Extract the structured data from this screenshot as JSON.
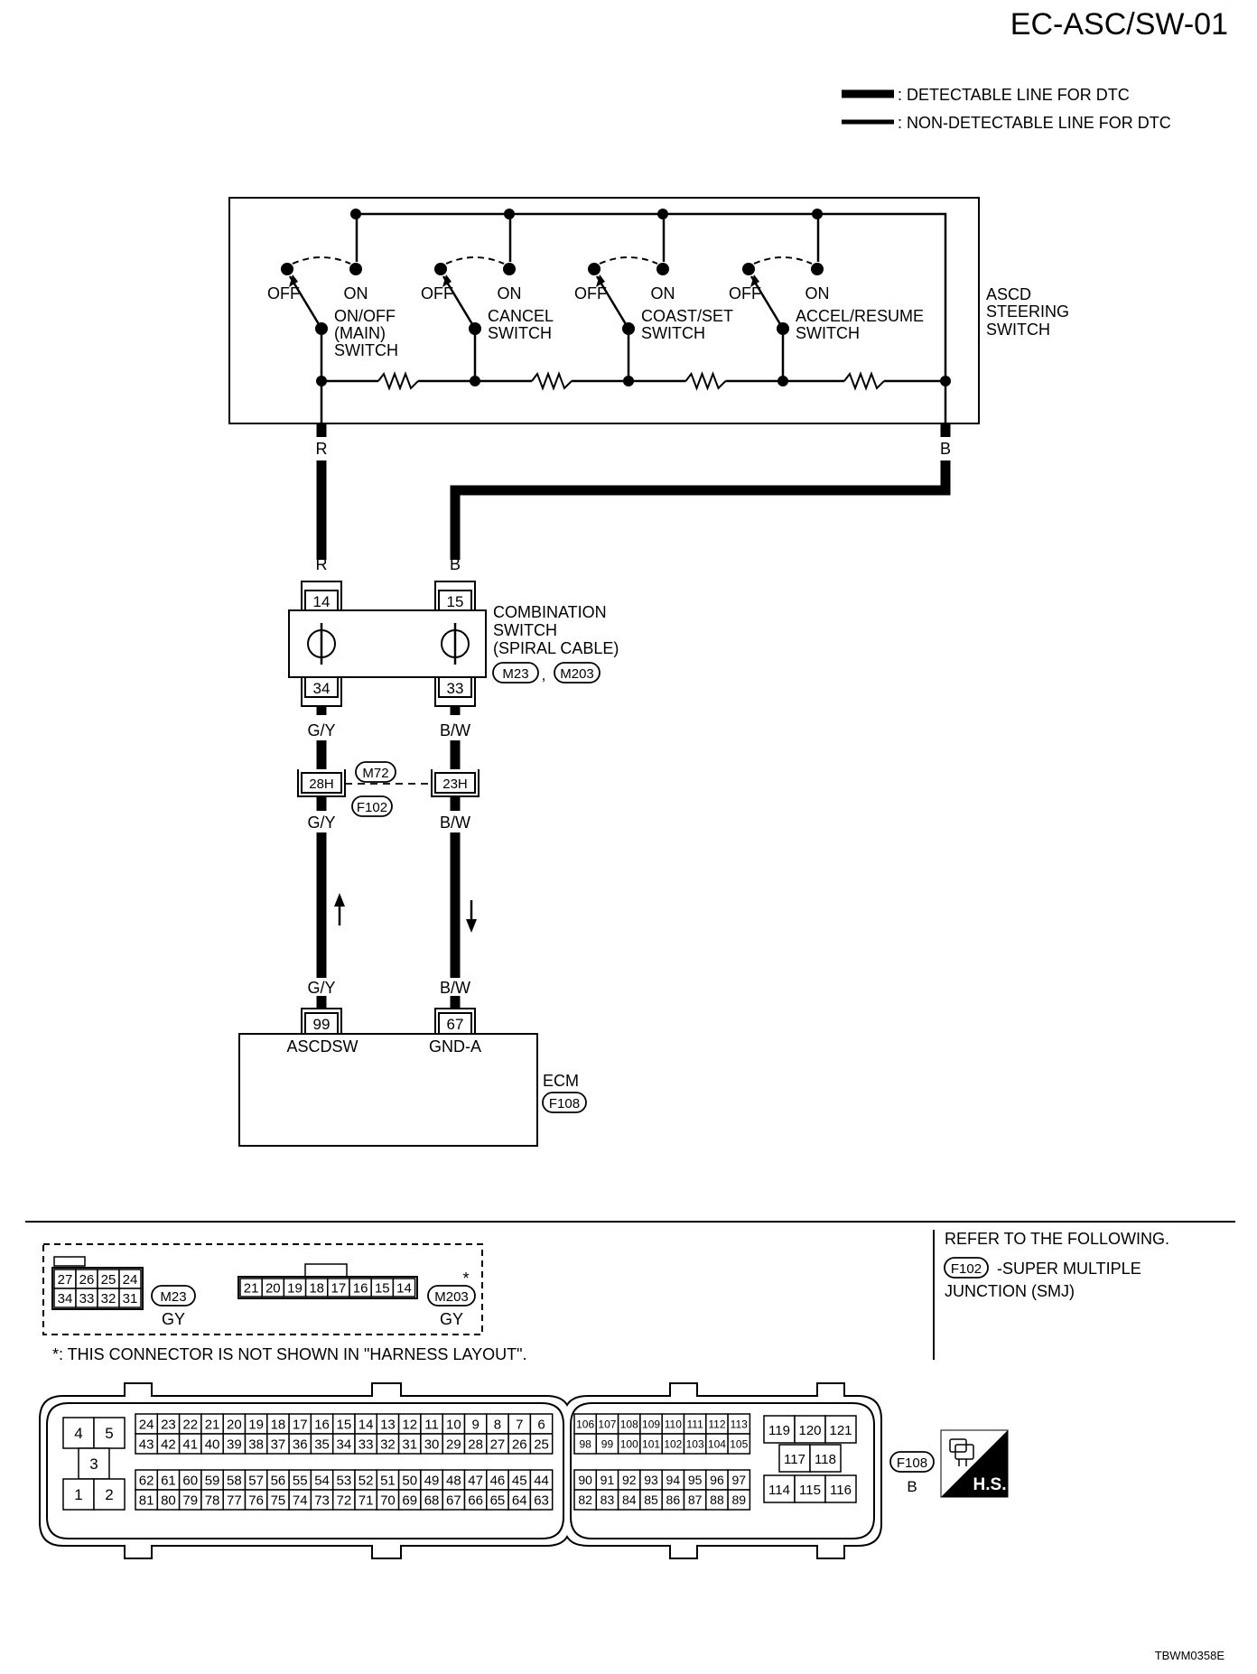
{
  "page_title": "EC-ASC/SW-01",
  "legend": {
    "detectable": ": DETECTABLE LINE FOR DTC",
    "non_detectable": ": NON-DETECTABLE LINE FOR DTC"
  },
  "steering_switch": {
    "label": [
      "ASCD",
      "STEERING",
      "SWITCH"
    ],
    "off_label": "OFF",
    "on_label": "ON",
    "switches": [
      {
        "name": [
          "ON/OFF",
          "(MAIN)",
          "SWITCH"
        ]
      },
      {
        "name": [
          "CANCEL",
          "SWITCH"
        ]
      },
      {
        "name": [
          "COAST/SET",
          "SWITCH"
        ]
      },
      {
        "name": [
          "ACCEL/RESUME",
          "SWITCH"
        ]
      }
    ]
  },
  "wires": {
    "left_upper": "R",
    "right_upper": "B",
    "left_mid": "G/Y",
    "right_mid": "B/W"
  },
  "combination_switch": {
    "label": [
      "COMBINATION",
      "SWITCH",
      "(SPIRAL CABLE)"
    ],
    "connectors": [
      "M23",
      "M203"
    ],
    "connector_separator": ",",
    "pins_top": [
      "14",
      "15"
    ],
    "pins_bottom": [
      "34",
      "33"
    ]
  },
  "joint": {
    "pins": [
      "28H",
      "23H"
    ],
    "connectors": [
      "M72",
      "F102"
    ]
  },
  "ecm": {
    "label": "ECM",
    "connector": "F108",
    "pins": [
      "99",
      "67"
    ],
    "pin_names": [
      "ASCDSW",
      "GND-A"
    ]
  },
  "connector_views": {
    "m23": {
      "tag": "M23",
      "color": "GY",
      "rows": [
        [
          "27",
          "26",
          "25",
          "24"
        ],
        [
          "34",
          "33",
          "32",
          "31"
        ]
      ]
    },
    "m203": {
      "tag": "M203",
      "color": "GY",
      "star": "*",
      "row": [
        "21",
        "20",
        "19",
        "18",
        "17",
        "16",
        "15",
        "14"
      ]
    },
    "footnote": "*: THIS CONNECTOR IS NOT SHOWN IN \"HARNESS LAYOUT\".",
    "refer": [
      "REFER TO THE FOLLOWING.",
      "-SUPER MULTIPLE",
      "JUNCTION (SMJ)"
    ],
    "refer_tag": "F102"
  },
  "ecm_connector": {
    "tag": "F108",
    "color": "B",
    "hs_label": "H.S.",
    "left_block": [
      "4",
      "5",
      "3",
      "1",
      "2"
    ],
    "section_a": [
      [
        "24",
        "23",
        "22",
        "21",
        "20",
        "19",
        "18",
        "17",
        "16",
        "15",
        "14",
        "13",
        "12",
        "11",
        "10",
        "9",
        "8",
        "7",
        "6"
      ],
      [
        "43",
        "42",
        "41",
        "40",
        "39",
        "38",
        "37",
        "36",
        "35",
        "34",
        "33",
        "32",
        "31",
        "30",
        "29",
        "28",
        "27",
        "26",
        "25"
      ],
      [
        "62",
        "61",
        "60",
        "59",
        "58",
        "57",
        "56",
        "55",
        "54",
        "53",
        "52",
        "51",
        "50",
        "49",
        "48",
        "47",
        "46",
        "45",
        "44"
      ],
      [
        "81",
        "80",
        "79",
        "78",
        "77",
        "76",
        "75",
        "74",
        "73",
        "72",
        "71",
        "70",
        "69",
        "68",
        "67",
        "66",
        "65",
        "64",
        "63"
      ]
    ],
    "section_b": [
      [
        "106",
        "107",
        "108",
        "109",
        "110",
        "111",
        "112",
        "113"
      ],
      [
        "98",
        "99",
        "100",
        "101",
        "102",
        "103",
        "104",
        "105"
      ],
      [
        "90",
        "91",
        "92",
        "93",
        "94",
        "95",
        "96",
        "97"
      ],
      [
        "82",
        "83",
        "84",
        "85",
        "86",
        "87",
        "88",
        "89"
      ]
    ],
    "section_c": [
      "119",
      "120",
      "121",
      "117",
      "118",
      "114",
      "115",
      "116"
    ]
  },
  "figure_id": "TBWM0358E"
}
